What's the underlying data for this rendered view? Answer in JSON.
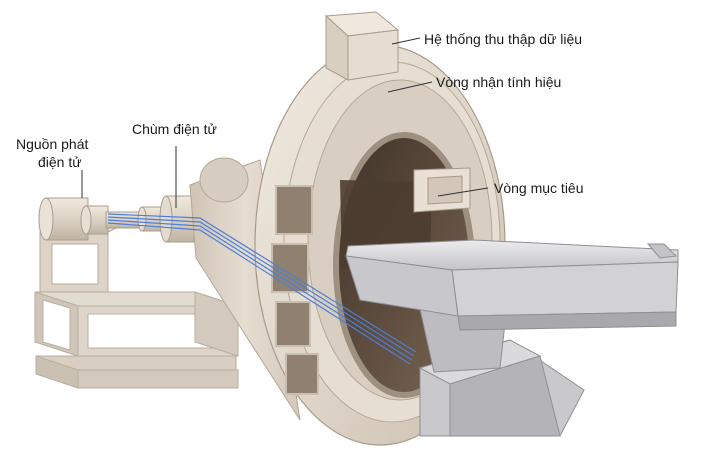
{
  "diagram": {
    "labels": {
      "data_acquisition": "Hệ thống thu thập dữ liệu",
      "detector_ring": "Vòng nhận tính hiệu",
      "target_ring": "Vòng mục tiêu",
      "electron_source_line1": "Nguồn phát",
      "electron_source_line2": "điện tử",
      "electron_beam": "Chùm điện tử"
    },
    "colors": {
      "ring_light": "#ebe3d8",
      "ring_mid": "#d9cfc2",
      "ring_dark": "#c5b9a9",
      "interior": "#5a4a3c",
      "table_light": "#e1e1e3",
      "table_dark": "#a9a9ad",
      "beam": "#4d7fd6",
      "leader": "#333333"
    }
  }
}
